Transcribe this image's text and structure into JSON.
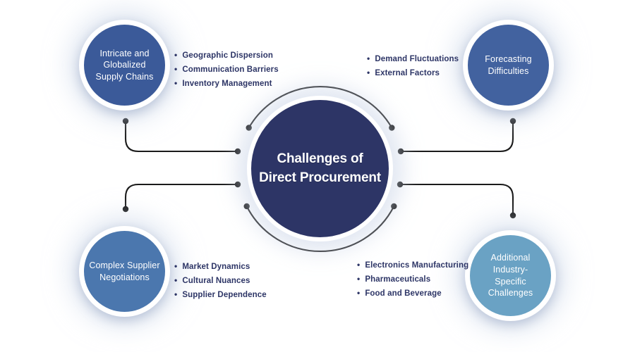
{
  "diagram": {
    "title": "Challenges of Direct Procurement",
    "line_color": "#1a1a1a",
    "center": {
      "label_lines": [
        "Challenges of",
        "Direct Procurement"
      ],
      "color": "#2d3566"
    },
    "nodes": [
      {
        "id": "intricate-and-globalized-supply-chains",
        "position": "top-left",
        "label_lines": [
          "Intricate and",
          "Globalized",
          "Supply Chains"
        ],
        "color": "#3b5a99",
        "bullets": [
          "Geographic Dispersion",
          "Communication Barriers",
          "Inventory Management"
        ]
      },
      {
        "id": "forecasting-difficulties",
        "position": "top-right",
        "label_lines": [
          "Forecasting",
          "Difficulties"
        ],
        "color": "#42629f",
        "bullets": [
          "Demand Fluctuations",
          "External Factors"
        ]
      },
      {
        "id": "complex-supplier-negotiations",
        "position": "bottom-left",
        "label_lines": [
          "Complex Supplier",
          "Negotiations"
        ],
        "color": "#4b77ae",
        "bullets": [
          "Market Dynamics",
          "Cultural Nuances",
          "Supplier Dependence"
        ]
      },
      {
        "id": "additional-industry-specific-challenges",
        "position": "bottom-right",
        "label_lines": [
          "Additional",
          "Industry-",
          "Specific",
          "Challenges"
        ],
        "color": "#6aa2c4",
        "bullets": [
          "Electronics Manufacturing",
          "Pharmaceuticals",
          "Food and Beverage"
        ]
      }
    ]
  }
}
